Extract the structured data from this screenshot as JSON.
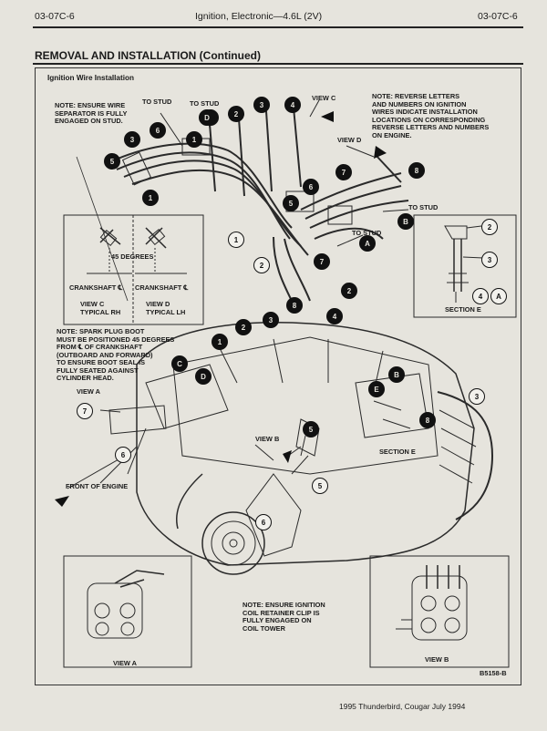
{
  "header": {
    "left": "03-07C-6",
    "center": "Ignition, Electronic—4.6L (2V)",
    "right": "03-07C-6"
  },
  "section_title": "REMOVAL AND INSTALLATION (Continued)",
  "figure": {
    "title": "Ignition Wire Installation",
    "figure_id": "B5158-B",
    "notes": {
      "separator": [
        "NOTE: ENSURE WIRE",
        "SEPARATOR IS FULLY",
        "ENGAGED ON STUD."
      ],
      "reverse": [
        "NOTE: REVERSE LETTERS",
        "AND NUMBERS ON IGNITION",
        "WIRES INDICATE INSTALLATION",
        "LOCATIONS ON CORRESPONDING",
        "REVERSE LETTERS AND NUMBERS",
        "ON ENGINE."
      ],
      "boot": [
        "NOTE: SPARK PLUG BOOT",
        "MUST BE POSITIONED 45 DEGREES",
        "FROM ℄ OF CRANKSHAFT",
        "(OUTBOARD AND FORWARD)",
        "TO ENSURE BOOT SEAL IS",
        "FULLY SEATED AGAINST",
        "CYLINDER HEAD."
      ],
      "coil": [
        "NOTE: ENSURE IGNITION",
        "COIL RETAINER CLIP IS",
        "FULLY ENGAGED ON",
        "COIL TOWER"
      ]
    },
    "labels": {
      "to_stud_1": "TO STUD",
      "to_stud_2": "TO STUD",
      "to_stud_3": "TO STUD",
      "to_stud_4": "TO STUD",
      "view_c": "VIEW C",
      "view_d": "VIEW D",
      "view_a": "VIEW A",
      "view_b": "VIEW B",
      "section_e": "SECTION E",
      "section_e_title": "SECTION E",
      "degrees": "45 DEGREES",
      "crank_left": "CRANKSHAFT ℄",
      "crank_right": "CRANKSHAFT ℄",
      "view_c_sub": [
        "VIEW C",
        "TYPICAL RH"
      ],
      "view_d_sub": [
        "VIEW D",
        "TYPICAL LH"
      ],
      "front": "FRONT OF ENGINE",
      "view_a_cap": "VIEW A",
      "view_b_cap": "VIEW B"
    },
    "callouts": [
      "1",
      "2",
      "3",
      "4",
      "5",
      "6",
      "7",
      "8",
      "A",
      "B",
      "C",
      "D",
      "E"
    ]
  },
  "footer": "1995 Thunderbird, Cougar July 1994"
}
